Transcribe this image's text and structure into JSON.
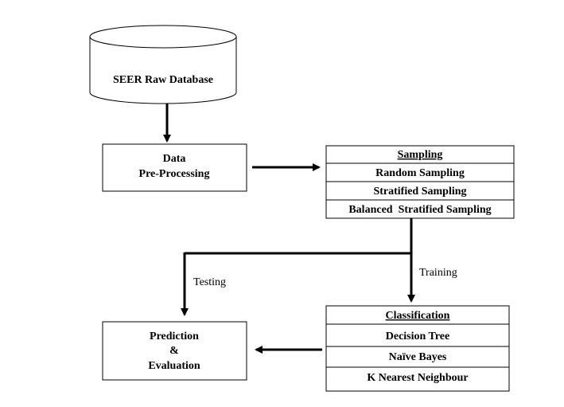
{
  "database": {
    "label": "SEER Raw Database"
  },
  "preprocessing": {
    "line1": "Data",
    "line2": "Pre-Processing"
  },
  "sampling": {
    "header": "Sampling",
    "items": [
      "Random Sampling",
      "Stratified Sampling",
      "Balanced  Stratified Sampling"
    ]
  },
  "classification": {
    "header": "Classification",
    "items": [
      "Decision Tree",
      "Naïve Bayes",
      "K Nearest Neighbour"
    ]
  },
  "prediction": {
    "line1": "Prediction",
    "line2": "&",
    "line3": "Evaluation"
  },
  "edge_labels": {
    "testing": "Testing",
    "training": "Training"
  }
}
